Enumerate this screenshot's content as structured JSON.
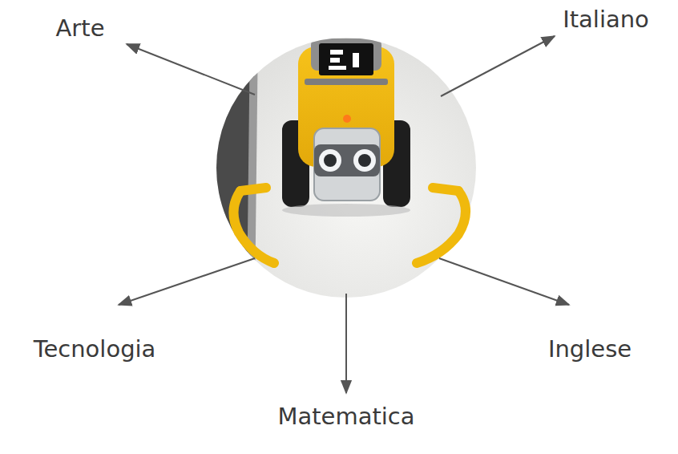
{
  "diagram": {
    "labels": [
      "Arte",
      "Italiano",
      "Tecnologia",
      "Inglese",
      "Matematica"
    ]
  }
}
